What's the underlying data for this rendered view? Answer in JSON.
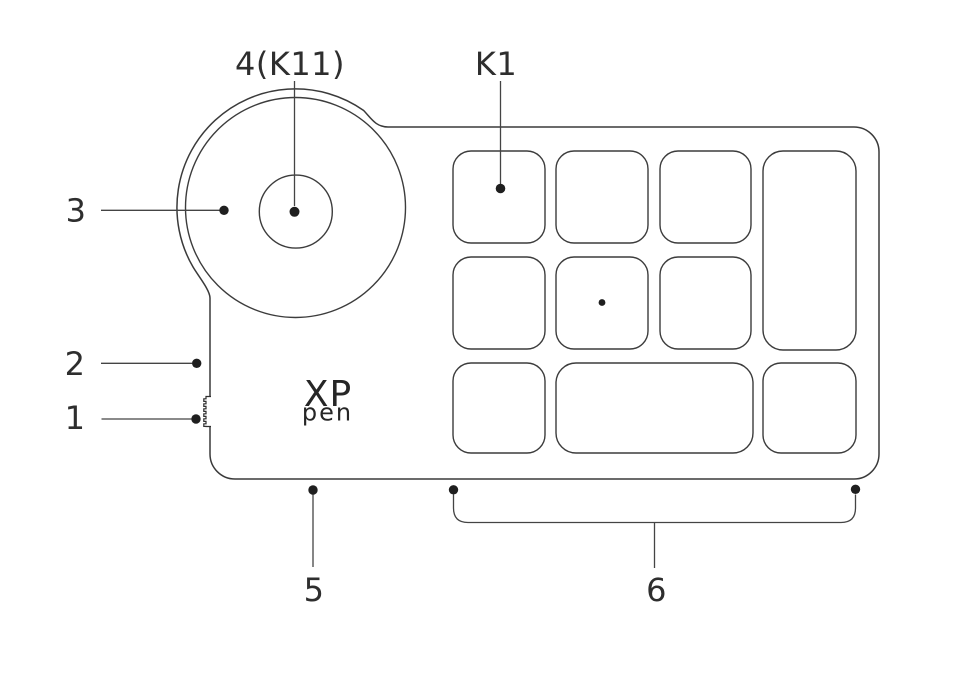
{
  "diagram": {
    "callout_labels": {
      "label_4k11": "4(K11)",
      "label_k1": "K1",
      "label_3": "3",
      "label_2": "2",
      "label_1": "1",
      "label_5": "5",
      "label_6": "6"
    },
    "logo": {
      "line1": "XP",
      "line2": "pen"
    },
    "colors": {
      "background": "#ffffff",
      "outline": "#3a3a3a",
      "text": "#2e2e2e",
      "dot": "#1f1f1f"
    }
  }
}
